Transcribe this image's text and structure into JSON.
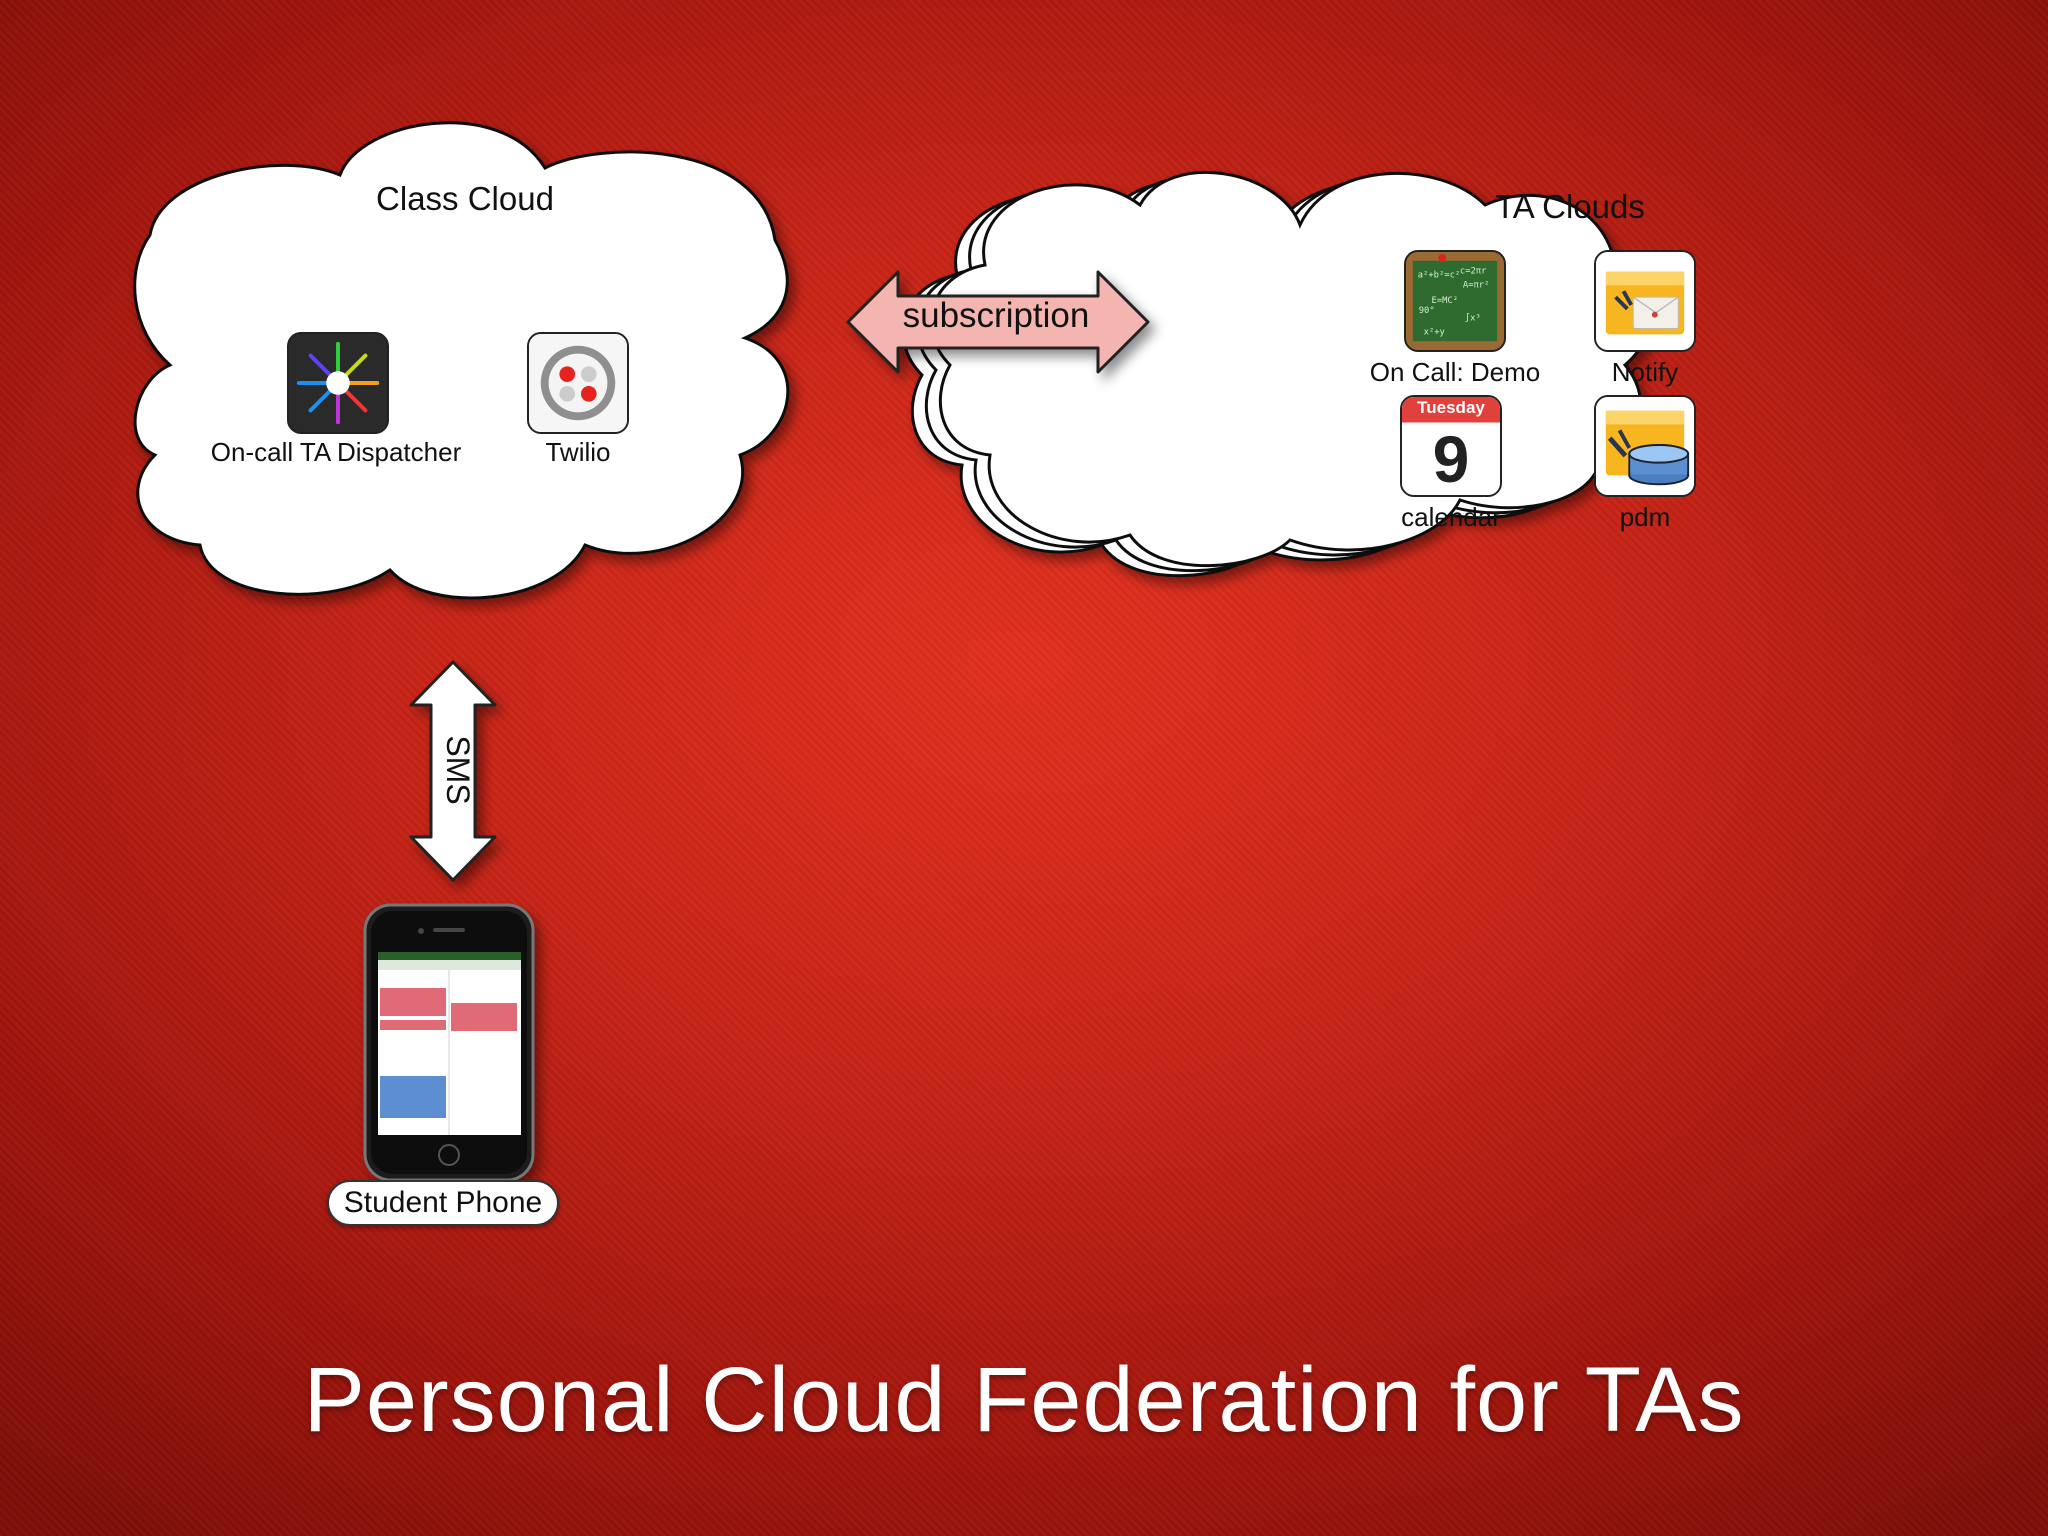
{
  "title": "Personal Cloud Federation for TAs",
  "class_cloud": {
    "title": "Class Cloud",
    "apps": [
      {
        "label": "On-call TA Dispatcher",
        "icon": "dispatcher-arrows-icon"
      },
      {
        "label": "Twilio",
        "icon": "twilio-logo-icon"
      }
    ]
  },
  "ta_clouds": {
    "title": "TA Clouds",
    "apps": [
      {
        "label": "On Call: Demo",
        "icon": "chalkboard-icon"
      },
      {
        "label": "Notify",
        "icon": "notify-envelope-icon"
      },
      {
        "label": "calendar",
        "icon": "calendar-icon",
        "calendar_day": "Tuesday",
        "calendar_date": "9"
      },
      {
        "label": "pdm",
        "icon": "pdm-database-icon"
      }
    ]
  },
  "connections": {
    "subscription_label": "subscription",
    "sms_label": "SMS"
  },
  "student_phone": {
    "label": "Student Phone"
  },
  "colors": {
    "background": "#c52316",
    "subscription_arrow": "#f4b5b0",
    "title_text": "#ffffff"
  }
}
